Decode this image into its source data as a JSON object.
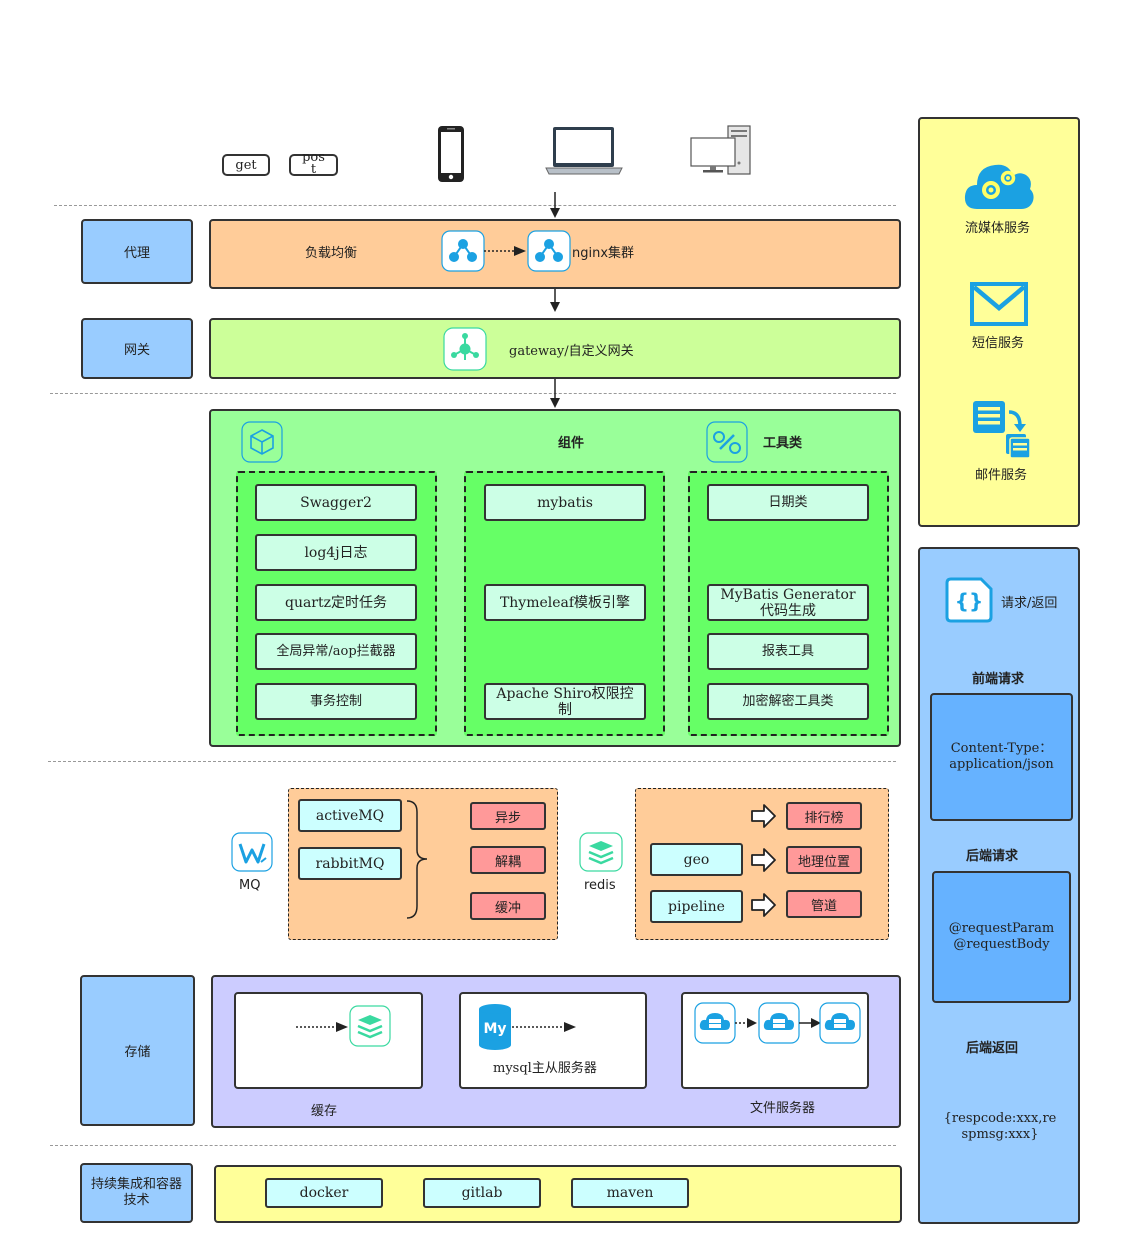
{
  "colors": {
    "proxy_label": "#99ccff",
    "load_balance": "#ffcc99",
    "gateway": "#ccff99",
    "components": "#99ff99",
    "component_panel": "#66ff66",
    "item": "#ccffe6",
    "mq_panel": "#ffcc99",
    "tag": "#ff9999",
    "storage": "#ccccff",
    "ci": "#ffff99",
    "right_top": "#ffff99",
    "right_bottom": "#99ccff",
    "right_inner": "#66b2ff",
    "icon": "#1ba1e2"
  },
  "clients": {
    "get_label": "get",
    "post_label": "pos\nt",
    "icons": [
      "phone-icon",
      "laptop-icon",
      "desktop-icon"
    ]
  },
  "proxy": {
    "label": "代理",
    "load_balance": "负载均衡",
    "nginx": "nginx集群"
  },
  "gateway": {
    "label": "网关",
    "text": "gateway/自定义网关"
  },
  "components": {
    "title": "组件",
    "tools_title": "工具类",
    "left": [
      "Swagger2",
      "log4j日志",
      "quartz定时任务",
      "全局异常/aop拦截器",
      "事务控制"
    ],
    "middle": [
      "mybatis",
      "Thymeleaf模板引擎",
      "Apache Shiro权限控制"
    ],
    "right": [
      "日期类",
      "MyBatis Generator代码生成",
      "报表工具",
      "加密解密工具类"
    ]
  },
  "mq": {
    "label": "MQ",
    "items": [
      "activeMQ",
      "rabbitMQ"
    ],
    "tags": [
      "异步",
      "解耦",
      "缓冲"
    ]
  },
  "redis": {
    "label": "redis",
    "items": [
      "geo",
      "pipeline"
    ],
    "tags": [
      "排行榜",
      "地理位置",
      "管道"
    ]
  },
  "storage": {
    "label": "存储",
    "cache": "缓存",
    "mysql": "mysql主从服务器",
    "mysql_logo": "My",
    "file_server": "文件服务器"
  },
  "ci": {
    "label": "持续集成和容器技术",
    "items": [
      "docker",
      "gitlab",
      "maven"
    ]
  },
  "services": {
    "streaming": "流媒体服务",
    "sms": "短信服务",
    "email": "邮件服务"
  },
  "api": {
    "title": "请求/返回",
    "frontend_title": "前端请求",
    "frontend_content": "Content-Type：application/json",
    "backend_title": "后端请求",
    "backend_content": "@requestParam @requestBody",
    "return_title": "后端返回",
    "return_content": "{respcode:xxx,respmsg:xxx}"
  }
}
